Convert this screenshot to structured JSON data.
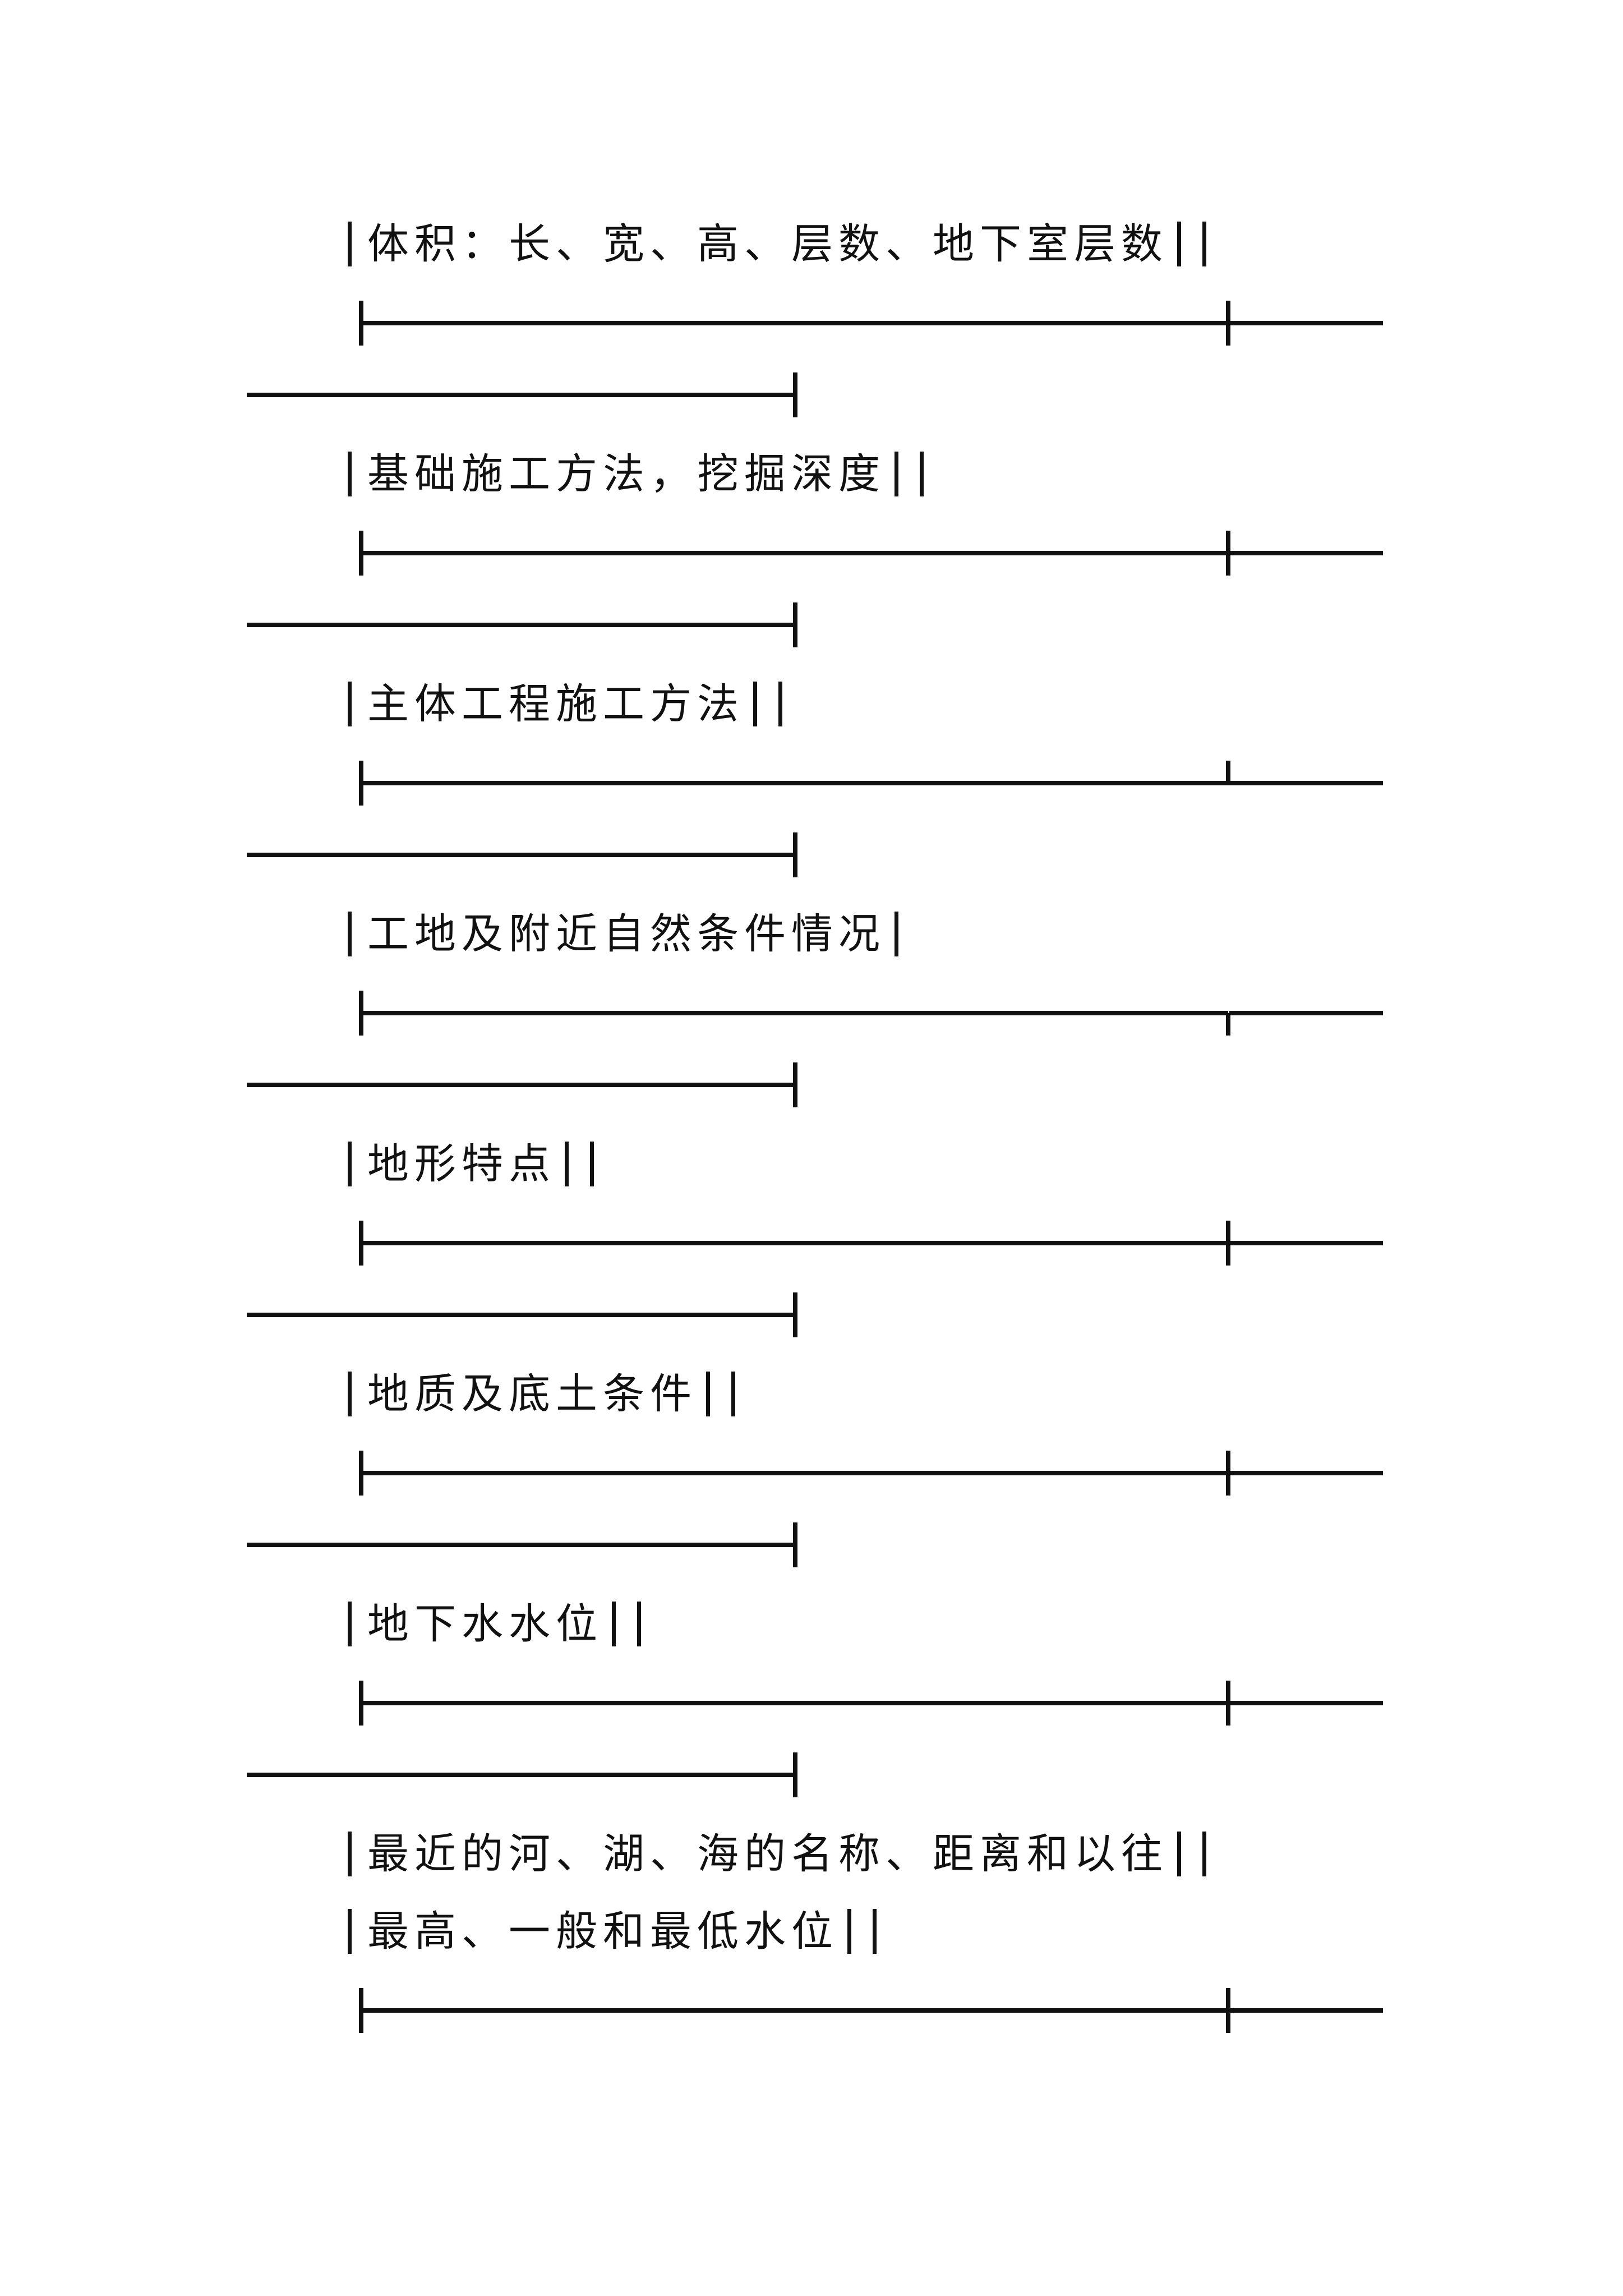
{
  "rows": [
    {
      "label": "体积：长、宽、高、层数、地下室层数"
    },
    {
      "label": "基础施工方法，挖掘深度"
    },
    {
      "label": "主体工程施工方法"
    },
    {
      "label": "工地及附近自然条件情况"
    },
    {
      "label": "地形特点"
    },
    {
      "label": "地质及底土条件"
    },
    {
      "label": "地下水水位"
    },
    {
      "label": "最近的河、湖、海的名称、距离和以往"
    },
    {
      "label": "最高、一般和最低水位"
    }
  ]
}
